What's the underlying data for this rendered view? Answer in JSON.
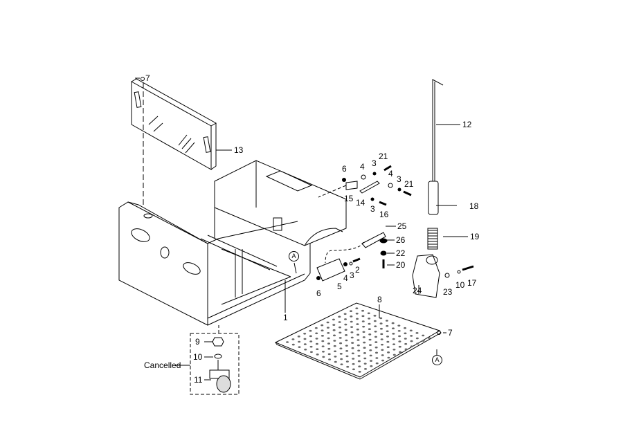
{
  "diagram": {
    "callouts": {
      "c1": "1",
      "c2": "2",
      "c3a": "3",
      "c3b": "3",
      "c3c": "3",
      "c3d": "3",
      "c4a": "4",
      "c4b": "4",
      "c4c": "4",
      "c5": "5",
      "c6a": "6",
      "c6b": "6",
      "c7a": "7",
      "c7b": "7",
      "c8": "8",
      "c9": "9",
      "c10a": "10",
      "c10b": "10",
      "c11": "11",
      "c12": "12",
      "c13": "13",
      "c14": "14",
      "c15": "15",
      "c16": "16",
      "c17": "17",
      "c18": "18",
      "c19": "19",
      "c20": "20",
      "c21a": "21",
      "c21b": "21",
      "c22": "22",
      "c23": "23",
      "c24": "24",
      "c25": "25",
      "c26": "26"
    },
    "reference_marks": {
      "a1": "A",
      "a2": "A"
    },
    "cancelled_label": "Cancelled"
  }
}
